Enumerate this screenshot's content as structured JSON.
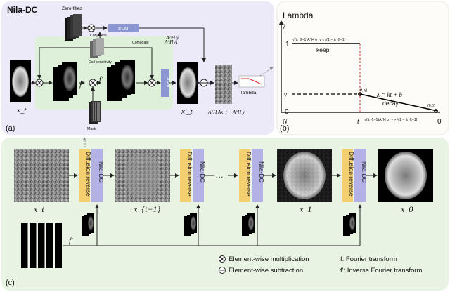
{
  "panel_a": {
    "title": "Nila-DC",
    "tag": "(a)",
    "zero_filled_label": "Zero-filled",
    "conjugate_label_1": "Conjugate",
    "conjugate_label_2": "Conjugate",
    "coil_sensitivity_label": "Coil\nsensitivity",
    "mask_label": "Mask",
    "sum_top_label": "SUM",
    "sum_side_label": "SUM",
    "ahy_label": "A^H y",
    "aha_label": "A^H A",
    "f_label": "f",
    "fprime_label": "f'",
    "xt_label": "x_t",
    "xprime_label": "x'_t",
    "residual_label": "A^H Ax_t − A^H y",
    "lambda_label": "lambda"
  },
  "panel_b": {
    "tag": "(b)",
    "title": "Lambda",
    "y_axis_symbol": "λ",
    "y_tick_1": "1",
    "y_tick_gamma": "γ",
    "y_tick_0": "0",
    "x_tick_N": "N",
    "x_tick_t": "t",
    "x_tick_0": "0",
    "keep_label": "keep",
    "decay_label": "decay",
    "keep_condition": "√(ā_{t−1}A^H σ_y <√(1 − ā_{t−1}",
    "decay_condition": "√(ā_{t−1}A^H σ_y >√(1 − ā_{t−1}",
    "point_t_gamma": "(t, γ)",
    "point_origin": "(0,0)",
    "equation": "λ = kt + b"
  },
  "panel_c": {
    "tag": "(c)",
    "diffusion_label": "Diffusion reverse",
    "niladc_label": "Nila-DC",
    "dots": "…",
    "x_t": "x_t",
    "x_t1": "x_{t−1}",
    "x_1": "x_1",
    "x_0": "x_0",
    "fprime": "f'"
  },
  "legend": {
    "mult": "Element-wise multiplication",
    "sub": "Element-wise subtraction",
    "fourier": "f: Fourier transform",
    "inverse": "f': Inverse Fourier transform"
  },
  "colors": {
    "panel_a_bg": "#eceaf8",
    "panel_b_bg": "#fdfcf8",
    "panel_c_bg": "#e9f3e3",
    "inner_green": "#dff0da",
    "diffusion_yellow": "#f3cf6f",
    "niladc_purple": "#b4b1e6",
    "sum_blue": "#8c96d2",
    "red": "#d62a2a"
  }
}
